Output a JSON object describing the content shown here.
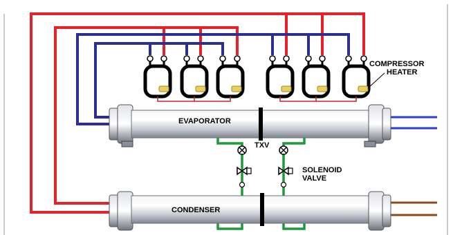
{
  "labels": {
    "compressor_line1": "COMPRESSOR",
    "compressor_line2": "HEATER",
    "evaporator": "EVAPORATOR",
    "txv": "TXV",
    "solenoid_line1": "SOLENOID",
    "solenoid_line2": "VALVE",
    "condenser": "CONDENSER"
  },
  "colors": {
    "suction_line": "#2b2f92",
    "discharge_line": "#e8202a",
    "liquid_line": "#1f9a3a",
    "heater_wire": "#c0262c",
    "water_evaporator": "#2a3fd0",
    "water_condenser": "#8b4a1c",
    "compressor_body": "#000000",
    "compressor_heater": "#e8d060",
    "vessel_shell": "#c8ccd4"
  }
}
